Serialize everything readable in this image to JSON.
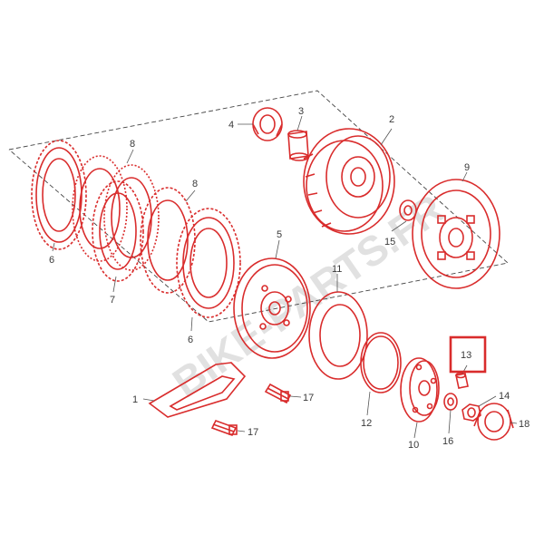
{
  "diagram": {
    "watermark": "BIKE-PARTS.FR",
    "highlighted_callout": "13",
    "colors": {
      "parts": "#d92c2c",
      "highlight": "#d92c2c",
      "labels": "#3a3a3a",
      "watermark": "#c9c9c9"
    },
    "callouts": {
      "c1": "1",
      "c2": "2",
      "c3": "3",
      "c4": "4",
      "c5": "5",
      "c6a": "6",
      "c6b": "6",
      "c7": "7",
      "c8": "8",
      "c9": "9",
      "c10": "10",
      "c11": "11",
      "c12": "12",
      "c13": "13",
      "c14": "14",
      "c15": "15",
      "c16": "16",
      "c17a": "17",
      "c17b": "17",
      "c18": "18"
    }
  }
}
